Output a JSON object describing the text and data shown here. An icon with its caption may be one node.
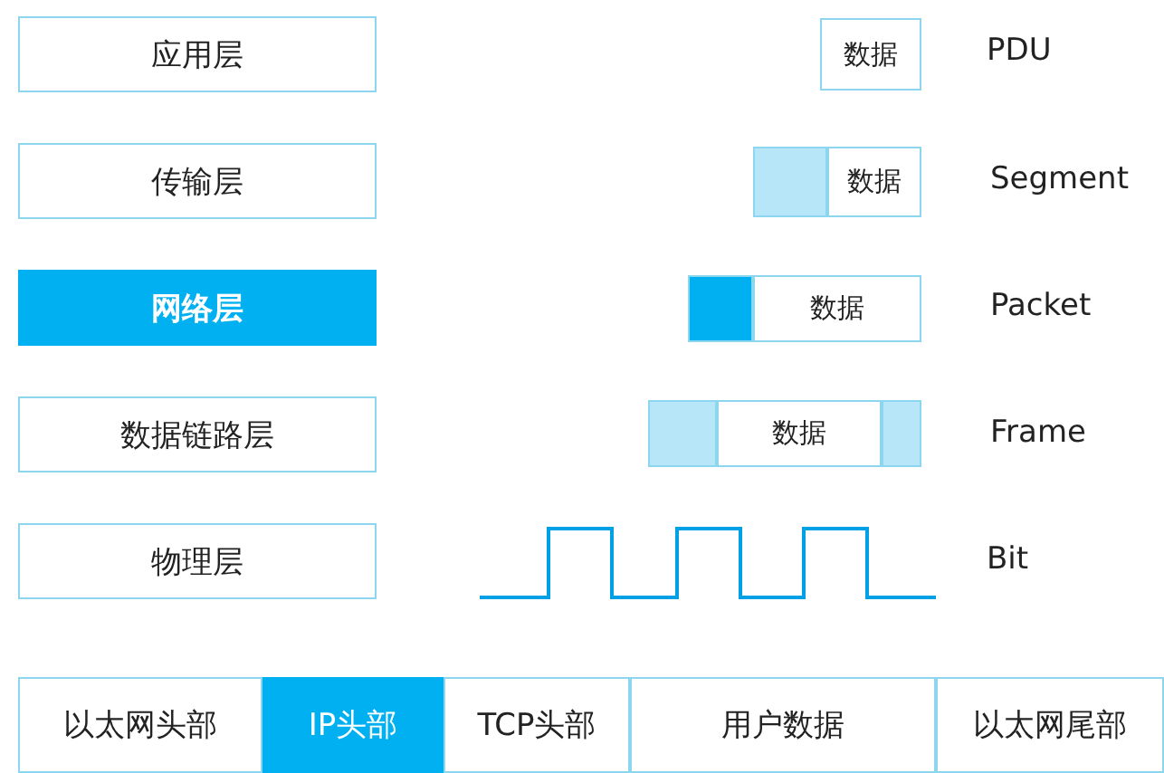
{
  "diagram": {
    "nodes": [
      {
        "text": [
          "应用层"
        ]
      },
      {
        "text": [
          "传输层"
        ]
      },
      {
        "text": [
          "网络层"
        ]
      },
      {
        "text": [
          "数据链路层"
        ]
      },
      {
        "text": [
          "物理层"
        ]
      },
      {
        "text": [
          "数据"
        ]
      },
      {
        "text": [
          "数据"
        ]
      },
      {
        "text": [
          "数据"
        ]
      },
      {
        "text": [
          "数据"
        ]
      },
      {
        "text": [
          "以太网头部"
        ]
      },
      {
        "text": [
          "IP头部"
        ]
      },
      {
        "text": [
          "TCP头部"
        ]
      },
      {
        "text": [
          "用户数据"
        ]
      },
      {
        "text": [
          "以太网尾部"
        ]
      }
    ],
    "labels": [
      "PDU",
      "Segment",
      "Packet",
      "Frame",
      "Bit"
    ]
  }
}
